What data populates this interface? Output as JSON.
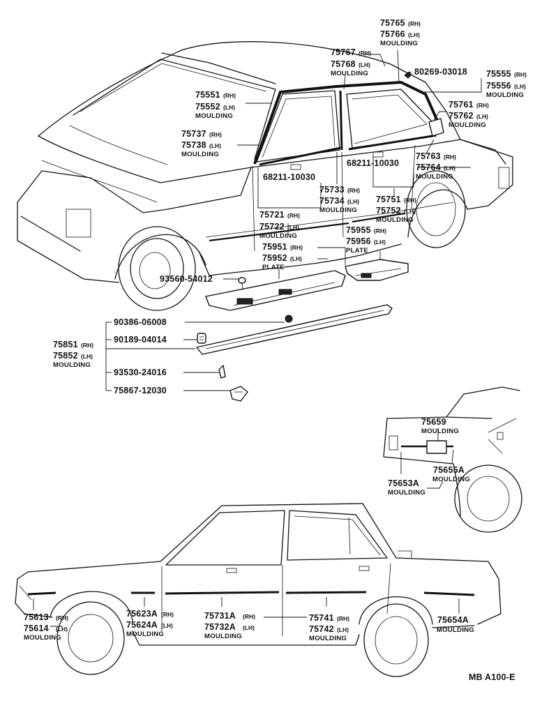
{
  "labels": {
    "t_75765": {
      "pn": "75765",
      "suffix": "(RH)"
    },
    "t_75766": {
      "pn": "75766",
      "suffix": "(LH)",
      "name": "MOULDING"
    },
    "t_75767": {
      "pn": "75767",
      "suffix": "(RH)"
    },
    "t_75768": {
      "pn": "75768",
      "suffix": "(LH)",
      "name": "MOULDING"
    },
    "t_80269": {
      "pn": "80269-03018"
    },
    "t_75555": {
      "pn": "75555",
      "suffix": "(RH)"
    },
    "t_75556": {
      "pn": "75556",
      "suffix": "(LH)",
      "name": "MOULDING"
    },
    "t_75551": {
      "pn": "75551",
      "suffix": "(RH)"
    },
    "t_75552": {
      "pn": "75552",
      "suffix": "(LH)",
      "name": "MOULDING"
    },
    "t_75761": {
      "pn": "75761",
      "suffix": "(RH)"
    },
    "t_75762": {
      "pn": "75762",
      "suffix": "(LH)",
      "name": "MOULDING"
    },
    "t_75737": {
      "pn": "75737",
      "suffix": "(RH)"
    },
    "t_75738": {
      "pn": "75738",
      "suffix": "(LH)",
      "name": "MOULDING"
    },
    "t_75763": {
      "pn": "75763",
      "suffix": "(RH)"
    },
    "t_75764": {
      "pn": "75764",
      "suffix": "(LH)",
      "name": "MOULDING"
    },
    "t_68211a": {
      "pn": "68211-10030"
    },
    "t_68211b": {
      "pn": "68211-10030"
    },
    "t_75733": {
      "pn": "75733",
      "suffix": "(RH)"
    },
    "t_75734": {
      "pn": "75734",
      "suffix": "(LH)",
      "name": "MOULDING"
    },
    "t_75751": {
      "pn": "75751",
      "suffix": "(RH)"
    },
    "t_75752": {
      "pn": "75752",
      "suffix": "(LH)",
      "name": "MOULDING"
    },
    "t_75721": {
      "pn": "75721",
      "suffix": "(RH)"
    },
    "t_75722": {
      "pn": "75722",
      "suffix": "(LH)",
      "name": "MOULDING"
    },
    "t_75955": {
      "pn": "75955",
      "suffix": "(RH)"
    },
    "t_75956": {
      "pn": "75956",
      "suffix": "(LH)",
      "name": "PLATE"
    },
    "t_75951": {
      "pn": "75951",
      "suffix": "(RH)"
    },
    "t_75952": {
      "pn": "75952",
      "suffix": "(LH)",
      "name": "PLATE"
    },
    "t_93560": {
      "pn": "93560-54012"
    },
    "t_90386": {
      "pn": "90386-06008"
    },
    "t_90189": {
      "pn": "90189-04014"
    },
    "t_75851": {
      "pn": "75851",
      "suffix": "(RH)"
    },
    "t_75852": {
      "pn": "75852",
      "suffix": "(LH)",
      "name": "MOULDING"
    },
    "t_93530": {
      "pn": "93530-24016"
    },
    "t_75867": {
      "pn": "75867-12030"
    },
    "t_75659": {
      "pn": "75659",
      "name": "MOULDING"
    },
    "t_75655A": {
      "pn": "75655A",
      "name": "MOULDING"
    },
    "t_75653A": {
      "pn": "75653A",
      "name": "MOULDING"
    },
    "t_75613": {
      "pn": "75613",
      "suffix": "(RH)"
    },
    "t_75614": {
      "pn": "75614",
      "suffix": "(LH)",
      "name": "MOULDING"
    },
    "t_75623A": {
      "pn": "75623A",
      "suffix": "(RH)"
    },
    "t_75624A": {
      "pn": "75624A",
      "suffix": "(LH)",
      "name": "MOULDING"
    },
    "t_75731A": {
      "pn": "75731A",
      "suffix": "(RH)"
    },
    "t_75732A": {
      "pn": "75732A",
      "suffix": "(LH)",
      "name": "MOULDING"
    },
    "t_75741": {
      "pn": "75741",
      "suffix": "(RH)"
    },
    "t_75742": {
      "pn": "75742",
      "suffix": "(LH)",
      "name": "MOULDING"
    },
    "t_75654A": {
      "pn": "75654A",
      "name": "MOULDING"
    }
  },
  "footer": {
    "code": "MB A100-E"
  }
}
